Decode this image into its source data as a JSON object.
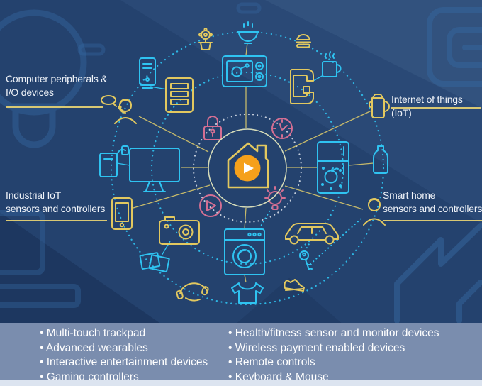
{
  "labels": {
    "computer_peripherals": "Computer peripherals &\nI/O devices",
    "iot": "Internet of things (IoT)",
    "industrial": "Industrial IoT\nsensors and controllers",
    "smart_home": "Smart home\nsensors and controllers"
  },
  "bottom": {
    "left_items": [
      "Multi-touch trackpad",
      "Advanced wearables",
      "Interactive entertainment devices",
      "Gaming controllers"
    ],
    "right_items": [
      "Health/fitness sensor and monitor devices",
      "Wireless payment enabled devices",
      "Remote controls",
      "Keyboard & Mouse"
    ]
  },
  "diagram": {
    "center_icon": "smart-home-hub-play",
    "icons": [
      "flower-pot",
      "soup-bowl",
      "burger",
      "computer-tower",
      "microwave",
      "coffee-mug",
      "e-reader-tablet",
      "coffee-machine",
      "kettle",
      "support-agent-person",
      "padlock",
      "clock",
      "smart-fridge",
      "milk-bottle",
      "tablet-with-phone",
      "desktop-monitor",
      "play-button",
      "lightbulb",
      "smartphone",
      "camera",
      "washing-machine",
      "car",
      "person",
      "photo-prints",
      "key",
      "headphones",
      "t-shirt",
      "sneaker"
    ],
    "colors": {
      "background": "#24426e",
      "cyan": "#2fc3f1",
      "yellow": "#e2c85f",
      "pink": "#d46f93",
      "orange": "#f5a01b",
      "band": "#7a8dae",
      "underline": "#d9c873",
      "label_text": "#eef2f8"
    }
  }
}
